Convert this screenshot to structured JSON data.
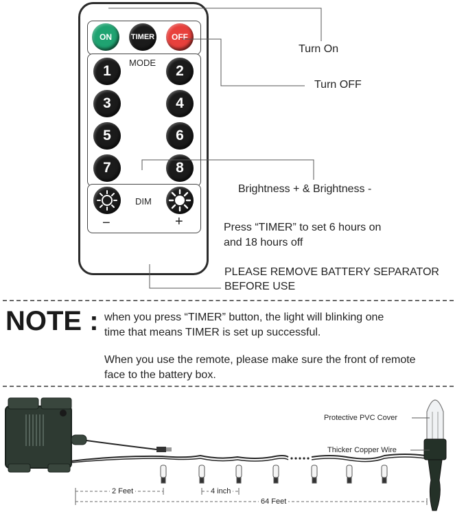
{
  "remote": {
    "on_label": "ON",
    "timer_label": "TIMER",
    "off_label": "OFF",
    "mode_label": "MODE",
    "numbers": [
      "1",
      "2",
      "3",
      "4",
      "5",
      "6",
      "7",
      "8"
    ],
    "dim_label": "DIM",
    "minus_label": "−",
    "plus_label": "+",
    "colors": {
      "on": "#1fa371",
      "off": "#e8403c",
      "timer": "#1b1b1b"
    }
  },
  "callouts": {
    "turn_on": "Turn On",
    "turn_off": "Turn OFF",
    "brightness": "Brightness +  &  Brightness -",
    "timer_line1": "Press “TIMER” to set 6 hours on",
    "timer_line2": "and 18 hours off",
    "battery_line1": "PLEASE REMOVE BATTERY SEPARATOR",
    "battery_line2": "BEFORE USE"
  },
  "note": {
    "title": "NOTE :",
    "para1_line1": "when you press  “TIMER” button, the light will blinking one",
    "para1_line2": "time that means TIMER is set up successful.",
    "para2_line1": "When you use the remote, please make sure the front of remote",
    "para2_line2": "face to the battery box."
  },
  "string_lights": {
    "pvc_cover": "Protective PVC Cover",
    "copper_wire": "Thicker Copper Wire",
    "two_feet": "2 Feet",
    "four_inch": "4 inch",
    "sixty_four_feet": "64 Feet"
  }
}
